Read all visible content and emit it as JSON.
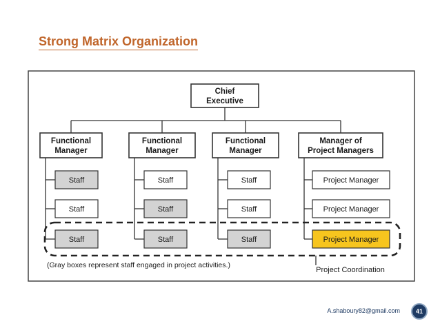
{
  "title": "Strong Matrix Organization",
  "footer": {
    "email": "A.shaboury82@gmail.com",
    "page_number": "41"
  },
  "diagram": {
    "top": [
      "Chief",
      "Executive"
    ],
    "columns": [
      {
        "header": [
          "Functional",
          "Manager"
        ],
        "items": [
          {
            "label": "Staff",
            "style": "gray"
          },
          {
            "label": "Staff",
            "style": "white"
          },
          {
            "label": "Staff",
            "style": "gray"
          }
        ]
      },
      {
        "header": [
          "Functional",
          "Manager"
        ],
        "items": [
          {
            "label": "Staff",
            "style": "white"
          },
          {
            "label": "Staff",
            "style": "gray"
          },
          {
            "label": "Staff",
            "style": "gray"
          }
        ]
      },
      {
        "header": [
          "Functional",
          "Manager"
        ],
        "items": [
          {
            "label": "Staff",
            "style": "white"
          },
          {
            "label": "Staff",
            "style": "white"
          },
          {
            "label": "Staff",
            "style": "gray"
          }
        ]
      },
      {
        "header": [
          "Manager of",
          "Project Managers"
        ],
        "items": [
          {
            "label": "Project Manager",
            "style": "white"
          },
          {
            "label": "Project Manager",
            "style": "white"
          },
          {
            "label": "Project Manager",
            "style": "yellow"
          }
        ]
      }
    ],
    "note": "(Gray boxes represent staff engaged in project activities.)",
    "coordination_label": "Project Coordination",
    "colors": {
      "gray": "#d3d3d3",
      "white": "#ffffff",
      "yellow": "#f7c51e",
      "title": "#c0652a",
      "line": "#333333"
    }
  }
}
